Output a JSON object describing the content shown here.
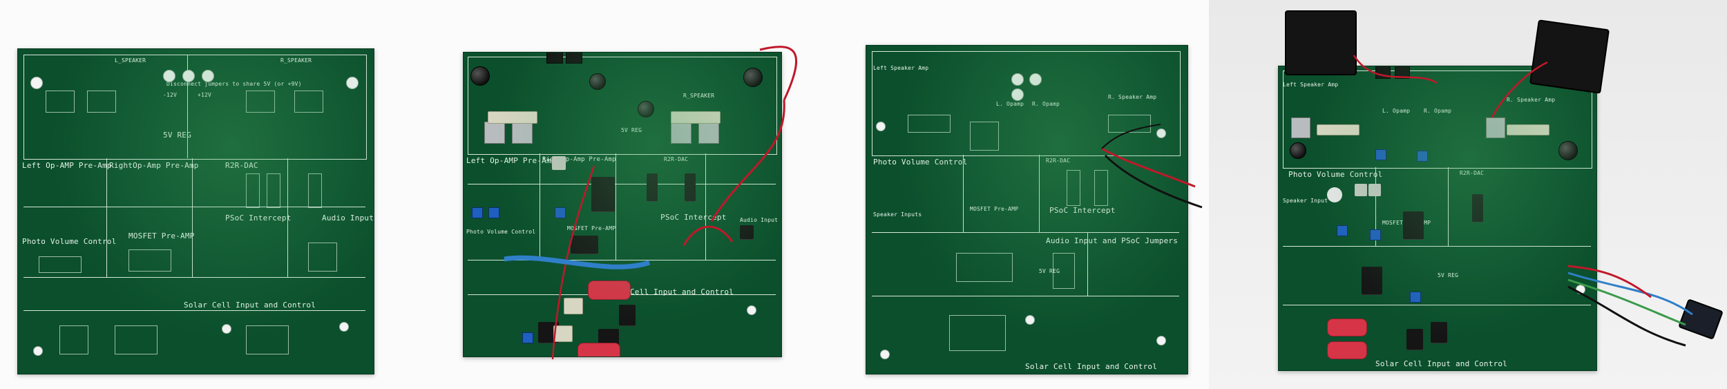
{
  "panels": [
    {
      "name": "bare-board-front",
      "labels": {
        "left_preamp": "Left Op-AMP Pre-Amp",
        "right_preamp": "RightOp-Amp Pre-Amp",
        "reg": "5V REG",
        "r2r": "R2R-DAC",
        "psoc": "PSoC Intercept",
        "audio": "Audio Input",
        "photo": "Photo Volume Control",
        "mosfet": "MOSFET Pre-AMP",
        "solar": "Solar Cell Input and Control",
        "jumper": "Disconnect jumpers to share 5V (or +9V)",
        "v_neg": "-12V",
        "v_pos": "+12V",
        "r_speaker": "R_SPEAKER",
        "l_speaker": "L_SPEAKER"
      }
    },
    {
      "name": "assembled-board-front",
      "labels": {
        "left_preamp": "Left Op-AMP Pre-Amp",
        "right_preamp": "RightOp-Amp Pre-Amp",
        "reg": "5V REG",
        "r2r": "R2R-DAC",
        "psoc": "PSoC Intercept",
        "audio": "Audio Input",
        "photo": "Photo Volume Control",
        "mosfet": "MOSFET Pre-AMP",
        "solar": "Solar Cell Input and Control",
        "r_speaker": "R_SPEAKER"
      }
    },
    {
      "name": "bare-board-back",
      "labels": {
        "left_speaker": "Left Speaker Amp",
        "r_speaker": "R. Speaker Amp",
        "l_opamp": "L. Opamp",
        "r_opamp": "R. Opamp",
        "photo": "Photo Volume Control",
        "r2r": "R2R-DAC",
        "speaker_inputs": "Speaker Inputs",
        "mosfet": "MOSFET Pre-AMP",
        "psoc": "PSoC Intercept",
        "audio_psoc": "Audio Input and PSoC Jumpers",
        "reg": "5V REG",
        "solar": "Solar Cell Input and Control"
      }
    },
    {
      "name": "assembled-board-back",
      "labels": {
        "left_speaker": "Left Speaker Amp",
        "r_speaker": "R. Speaker Amp",
        "l_opamp": "L. Opamp",
        "r_opamp": "R. Opamp",
        "photo": "Photo Volume Control",
        "r2r": "R2R-DAC",
        "speaker_input": "Speaker Input",
        "mosfet": "MOSFET Pre-AMP",
        "reg": "5V REG",
        "solar": "Solar Cell Input and Control"
      }
    }
  ],
  "colors": {
    "pcb": "#0b4f2c",
    "silkscreen": "#d9e8dc",
    "wire_red": "#c0182a",
    "wire_black": "#111111",
    "wire_blue": "#2f7fc9",
    "capacitor_red": "#d63447",
    "trimpot_blue": "#1f5fbf"
  }
}
